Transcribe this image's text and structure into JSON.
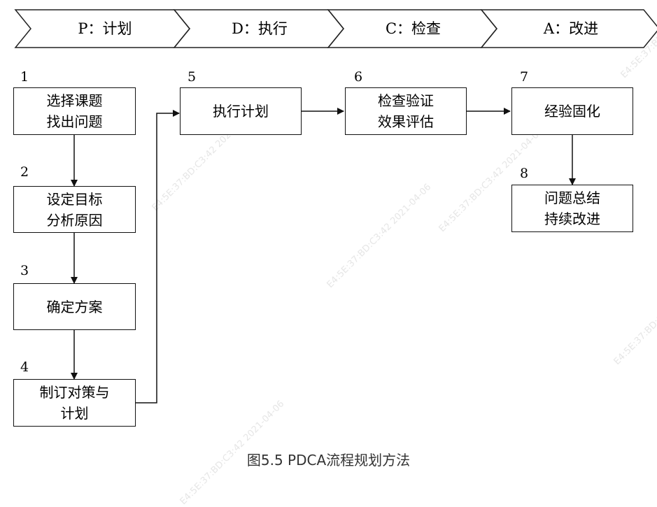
{
  "phases": [
    {
      "label": "P：计划"
    },
    {
      "label": "D：执行"
    },
    {
      "label": "C：检查"
    },
    {
      "label": "A：改进"
    }
  ],
  "steps": [
    {
      "num": "1",
      "lines": [
        "选择课题",
        "找出问题"
      ]
    },
    {
      "num": "2",
      "lines": [
        "设定目标",
        "分析原因"
      ]
    },
    {
      "num": "3",
      "lines": [
        "确定方案"
      ]
    },
    {
      "num": "4",
      "lines": [
        "制订对策与",
        "计划"
      ]
    },
    {
      "num": "5",
      "lines": [
        "执行计划"
      ]
    },
    {
      "num": "6",
      "lines": [
        "检查验证",
        "效果评估"
      ]
    },
    {
      "num": "7",
      "lines": [
        "经验固化"
      ]
    },
    {
      "num": "8",
      "lines": [
        "问题总结",
        "持续改进"
      ]
    }
  ],
  "caption": "图5.5 PDCA流程规划方法",
  "watermarks": [
    "E4:5E:37:BD:C3:42 2021-04-06",
    "E4:5E:37:BD:C3:42 2021-04-06",
    "E4:5E:37:BD:C3:42 2021-04-06",
    "E4:5E:37:BD:C3:42 2021-04-06",
    "E4:5E:37:BD:C3:42 2021-04-06",
    "E4:5E:37:BD:C3:42 2021-04-06"
  ]
}
